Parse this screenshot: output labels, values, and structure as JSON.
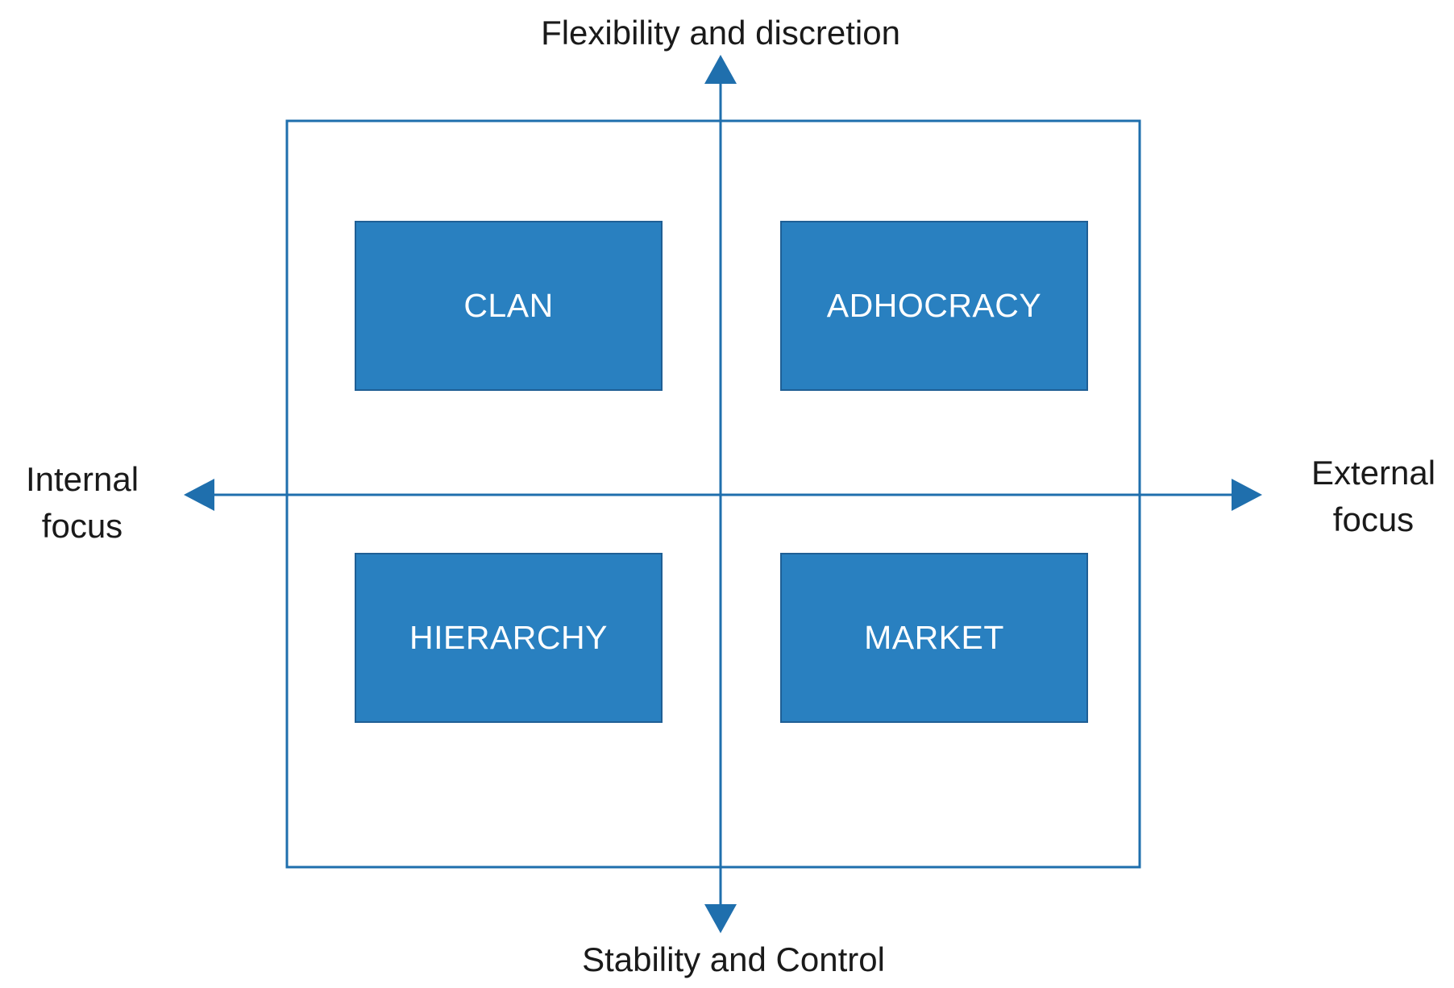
{
  "axes": {
    "top_label": "Flexibility and discretion",
    "bottom_label": "Stability and Control",
    "left_label_line1": "Internal",
    "left_label_line2": "focus",
    "right_label_line1": "External",
    "right_label_line2": "focus"
  },
  "quadrants": [
    {
      "label": "CLAN"
    },
    {
      "label": "ADHOCRACY"
    },
    {
      "label": "HIERARCHY"
    },
    {
      "label": "MARKET"
    }
  ],
  "colors": {
    "accent": "#2980c0",
    "box_border": "#1f5f95",
    "line": "#1f6fad",
    "text": "#1a1a1a",
    "box_text": "#ffffff"
  }
}
